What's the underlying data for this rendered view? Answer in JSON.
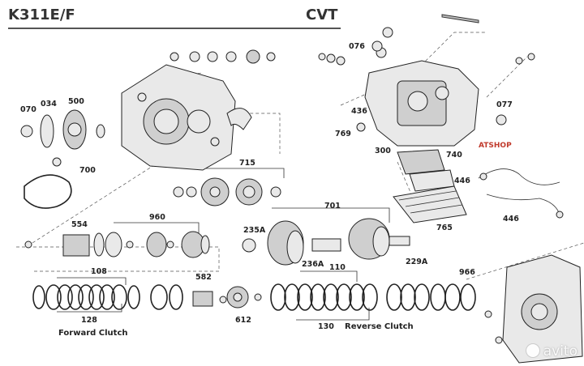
{
  "header": {
    "model": "K311E/F",
    "type": "CVT"
  },
  "parts": [
    {
      "id": "p070",
      "label": "070"
    },
    {
      "id": "p034",
      "label": "034"
    },
    {
      "id": "p500",
      "label": "500"
    },
    {
      "id": "p700",
      "label": "700"
    },
    {
      "id": "p715",
      "label": "715"
    },
    {
      "id": "p554",
      "label": "554"
    },
    {
      "id": "p960",
      "label": "960"
    },
    {
      "id": "p235A",
      "label": "235A"
    },
    {
      "id": "p236A",
      "label": "236A"
    },
    {
      "id": "p701",
      "label": "701"
    },
    {
      "id": "p229A",
      "label": "229A"
    },
    {
      "id": "p108",
      "label": "108"
    },
    {
      "id": "p128",
      "label": "128"
    },
    {
      "id": "p582",
      "label": "582"
    },
    {
      "id": "p612",
      "label": "612"
    },
    {
      "id": "p110",
      "label": "110"
    },
    {
      "id": "p130",
      "label": "130"
    },
    {
      "id": "p966",
      "label": "966"
    },
    {
      "id": "p076",
      "label": "076"
    },
    {
      "id": "p077",
      "label": "077"
    },
    {
      "id": "p436",
      "label": "436"
    },
    {
      "id": "p769",
      "label": "769"
    },
    {
      "id": "p300",
      "label": "300"
    },
    {
      "id": "p740",
      "label": "740"
    },
    {
      "id": "p446a",
      "label": "446"
    },
    {
      "id": "p446b",
      "label": "446"
    },
    {
      "id": "p765",
      "label": "765"
    }
  ],
  "captions": {
    "forward_clutch": "Forward Clutch",
    "reverse_clutch": "Reverse Clutch"
  },
  "brand": "ATSHOP",
  "watermark": "avito"
}
